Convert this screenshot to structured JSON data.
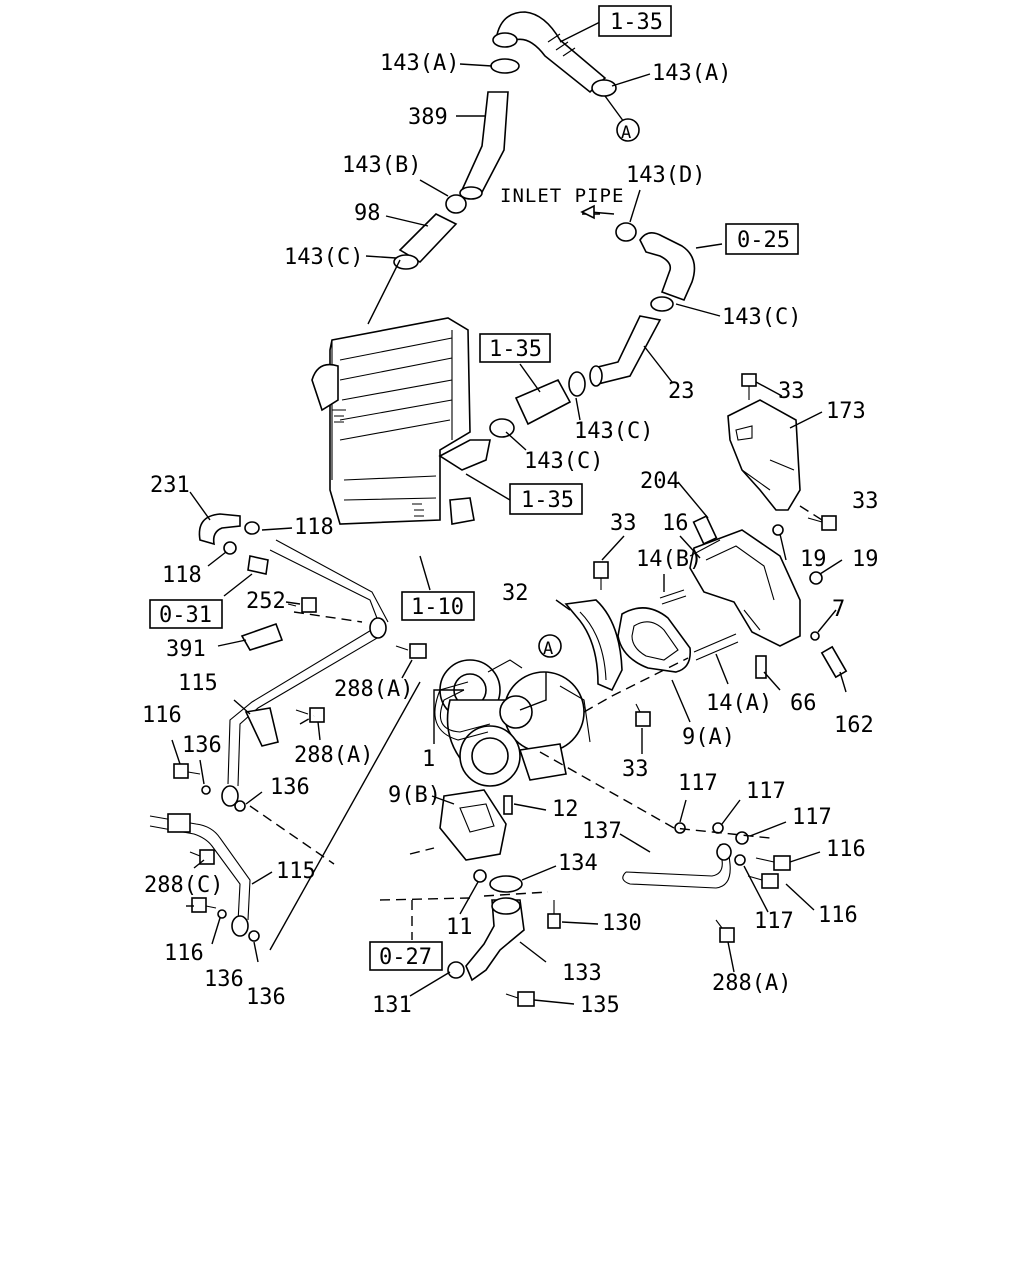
{
  "refs": {
    "r1": "1-35",
    "r2": "0-25",
    "r3": "1-35",
    "r4": "1-35",
    "r5": "0-31",
    "r6": "1-10",
    "r7": "0-27"
  },
  "labels": {
    "a1": "143(A)",
    "a2": "143(A)",
    "circ_a_top": "A",
    "a3": "389",
    "a4": "143(B)",
    "a5": "98",
    "a6": "143(C)",
    "a7": "143(D)",
    "inlet": "INLET PIPE",
    "a8": "143(C)",
    "a9": "23",
    "a10": "143(C)",
    "a11": "143(C)",
    "a12": "33",
    "a13": "173",
    "a14": "231",
    "a15": "118",
    "a16": "118",
    "a17": "204",
    "a18": "33",
    "a19": "33",
    "a20": "16",
    "a21": "14(B)",
    "a22": "19",
    "a23": "19",
    "a24": "252",
    "a25": "32",
    "circ_a_mid": "A",
    "a26": "391",
    "a27": "7",
    "a28": "288(A)",
    "a29": "115",
    "a30": "14(A)",
    "a31": "66",
    "a32": "162",
    "a33": "116",
    "a34": "288(A)",
    "a35": "136",
    "a36": "1",
    "a37": "9(A)",
    "a38": "33",
    "a39": "136",
    "a40": "117",
    "a41": "117",
    "a42": "9(B)",
    "a43": "12",
    "a44": "117",
    "a45": "137",
    "a46": "116",
    "a47": "134",
    "a48": "288(C)",
    "a49": "115",
    "a50": "116",
    "a51": "117",
    "a52": "11",
    "a53": "130",
    "a54": "116",
    "a55": "136",
    "a56": "133",
    "a57": "288(A)",
    "a58": "136",
    "a59": "131",
    "a60": "135"
  }
}
